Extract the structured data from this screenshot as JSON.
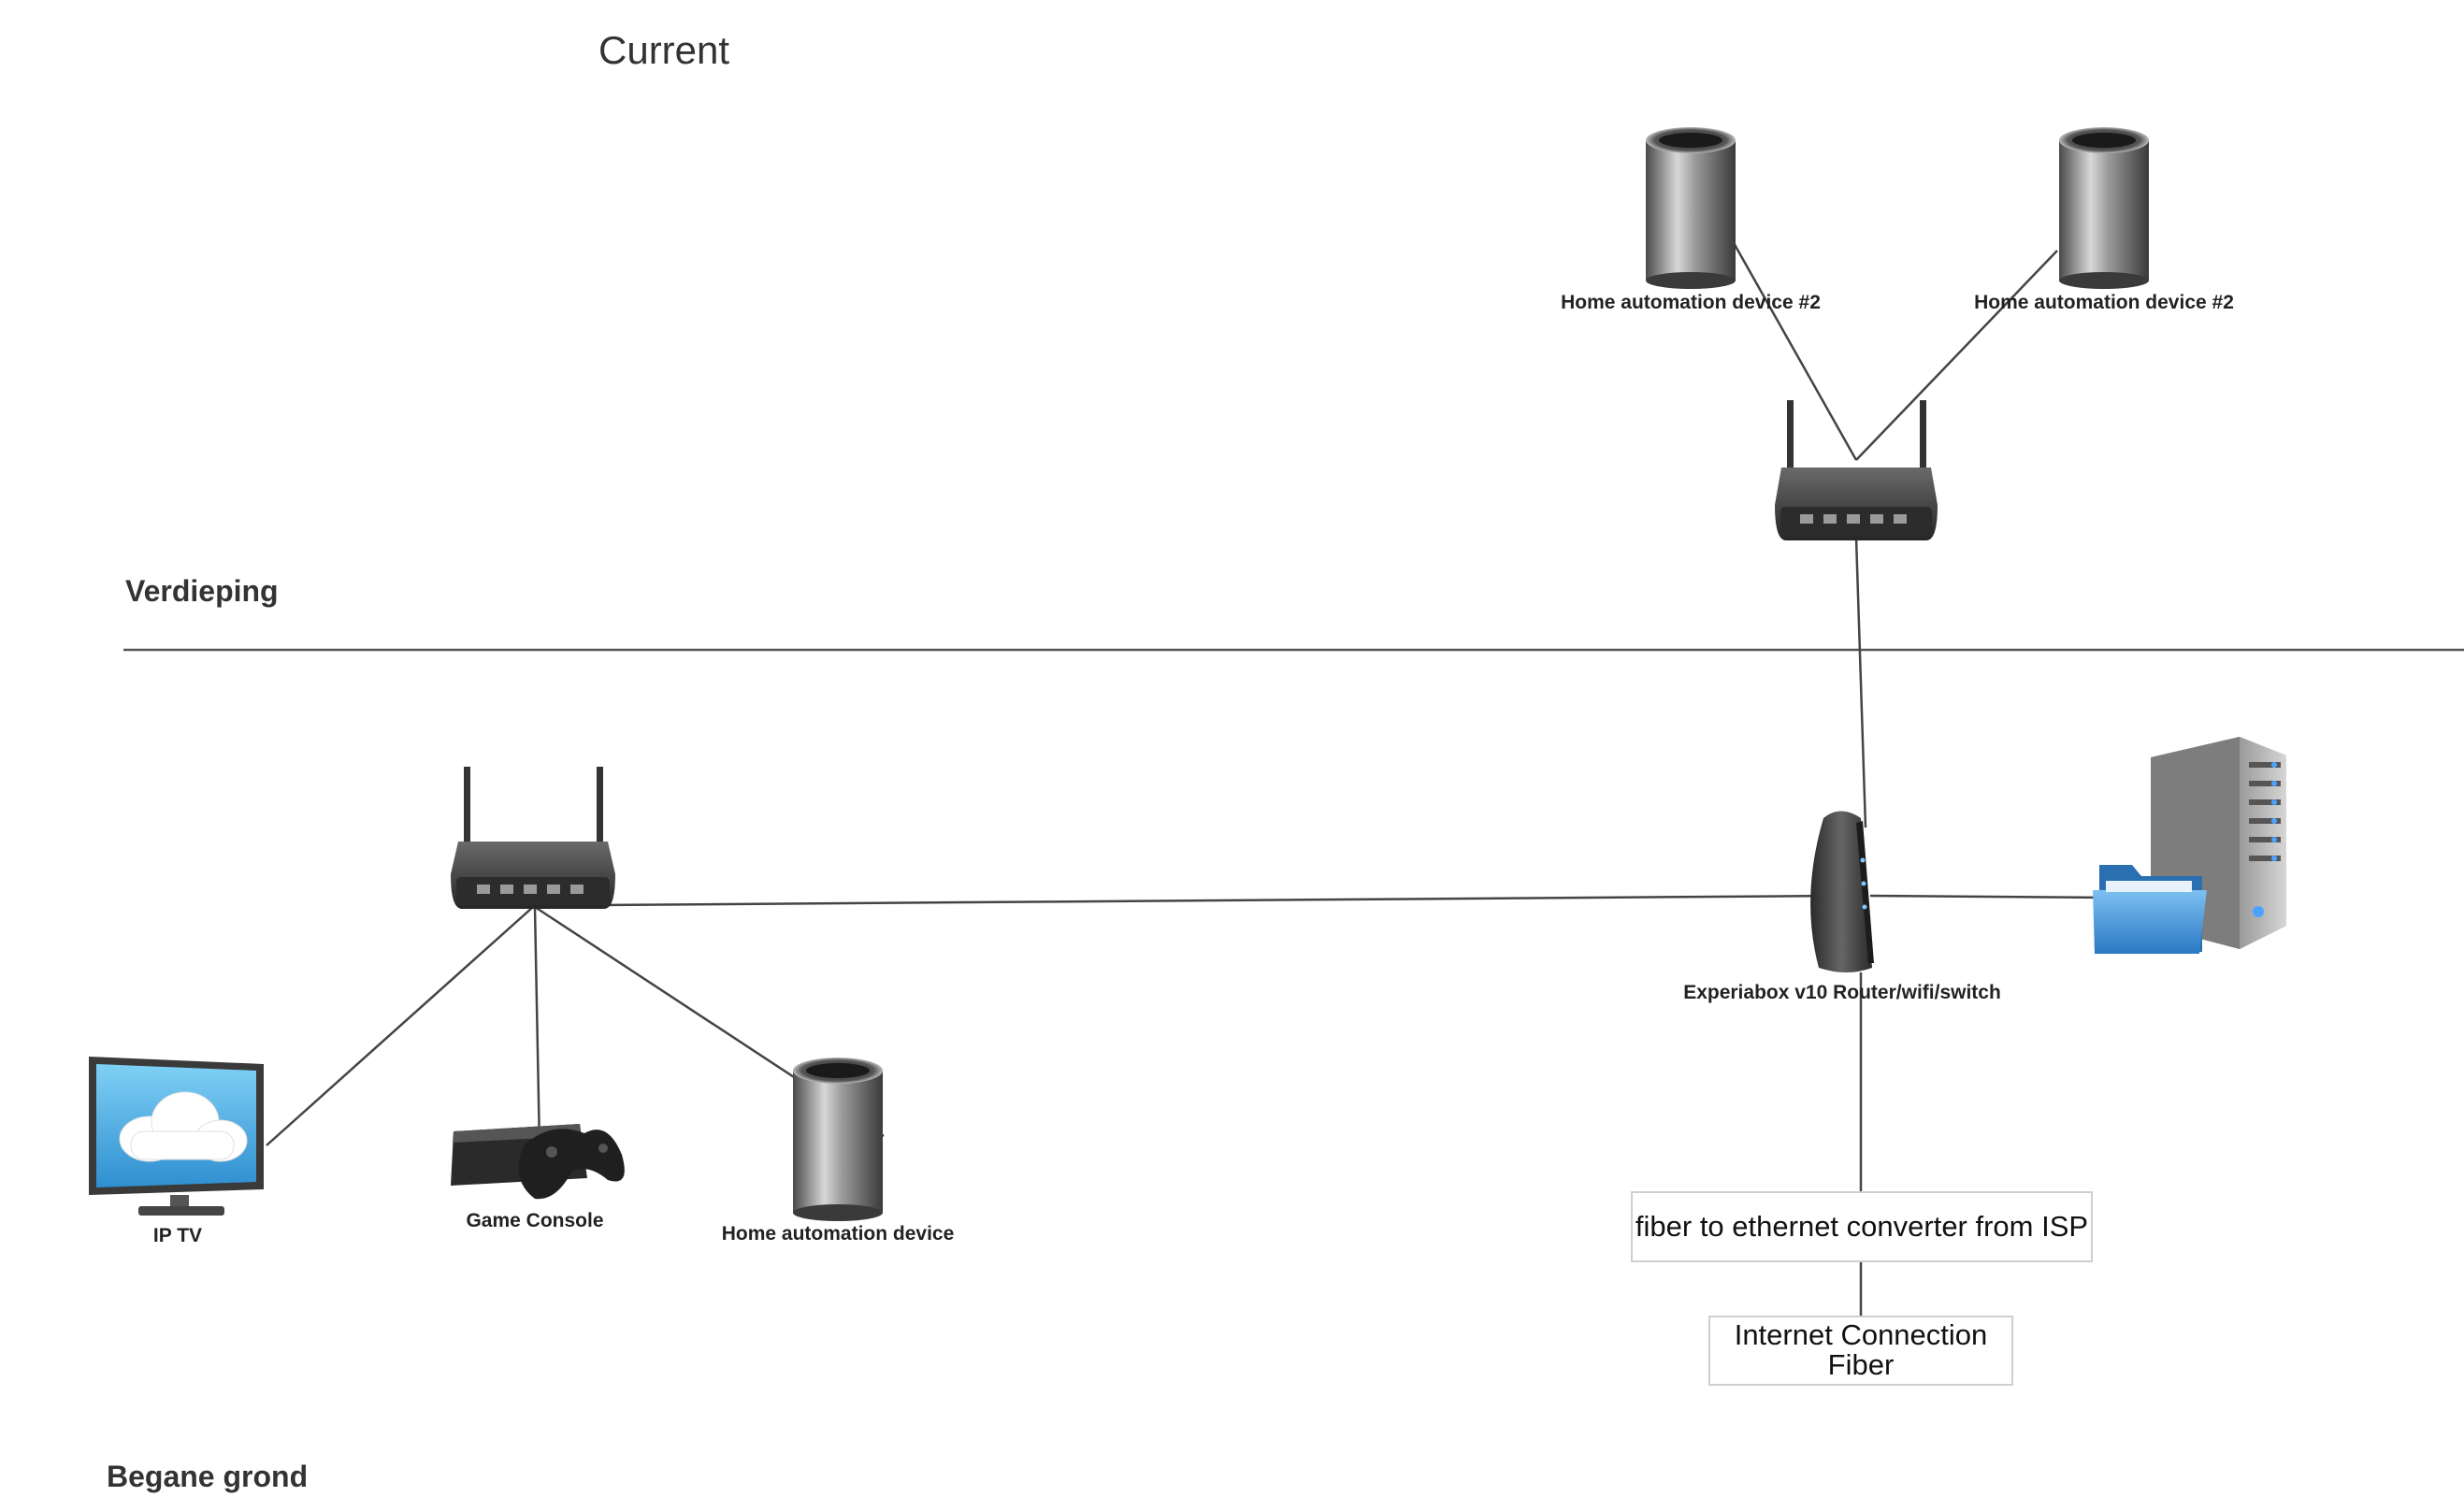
{
  "title": "Current",
  "floors": {
    "upper": "Verdieping",
    "ground": "Begane grond"
  },
  "devices": {
    "home_auto_upper_left": "Home automation device #2",
    "home_auto_upper_right": "Home automation device #2",
    "experiabox": "Experiabox v10 Router/wifi/switch",
    "ip_tv": "IP TV",
    "game_console": "Game Console",
    "home_auto_ground": "Home automation device"
  },
  "boxes": {
    "fiber_converter": "fiber to ethernet converter from ISP",
    "internet_line1": "Internet Connection",
    "internet_line2": "Fiber"
  },
  "icons": {
    "cylinder": "cylinder-server-icon",
    "router": "wireless-router-icon",
    "tower_server": "file-server-icon",
    "tv": "cloud-tv-icon",
    "console": "game-console-icon"
  },
  "colors": {
    "line": "#444444",
    "folder": "#3b8fd6",
    "tv_screen": "#5ab4e8"
  }
}
